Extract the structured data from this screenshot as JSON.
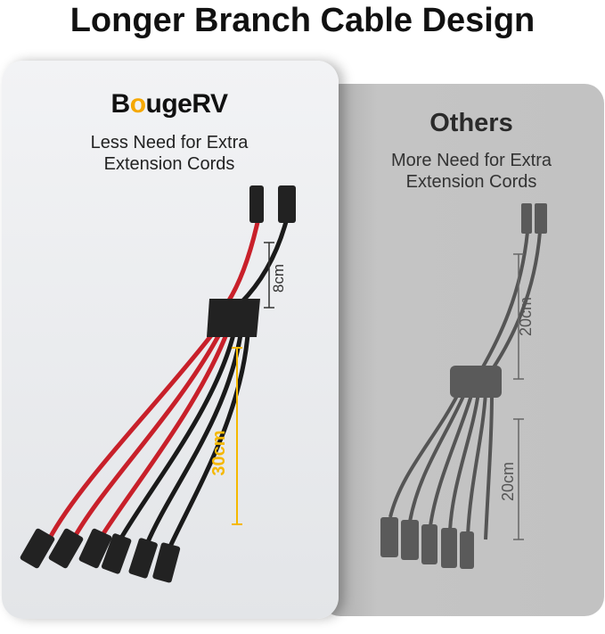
{
  "title": "Longer Branch Cable Design",
  "left": {
    "brand": "BougeRV",
    "brand_parts": [
      "B",
      "o",
      "ugeRV"
    ],
    "subtitle_line1": "Less Need for Extra",
    "subtitle_line2": "Extension Cords",
    "dim_top": "8cm",
    "dim_branch": "30cm"
  },
  "right": {
    "heading": "Others",
    "subtitle_line1": "More Need for Extra",
    "subtitle_line2": "Extension Cords",
    "dim_top": "20cm",
    "dim_branch": "20cm"
  },
  "colors": {
    "red": "#c8202a",
    "accent": "#f5b800"
  }
}
